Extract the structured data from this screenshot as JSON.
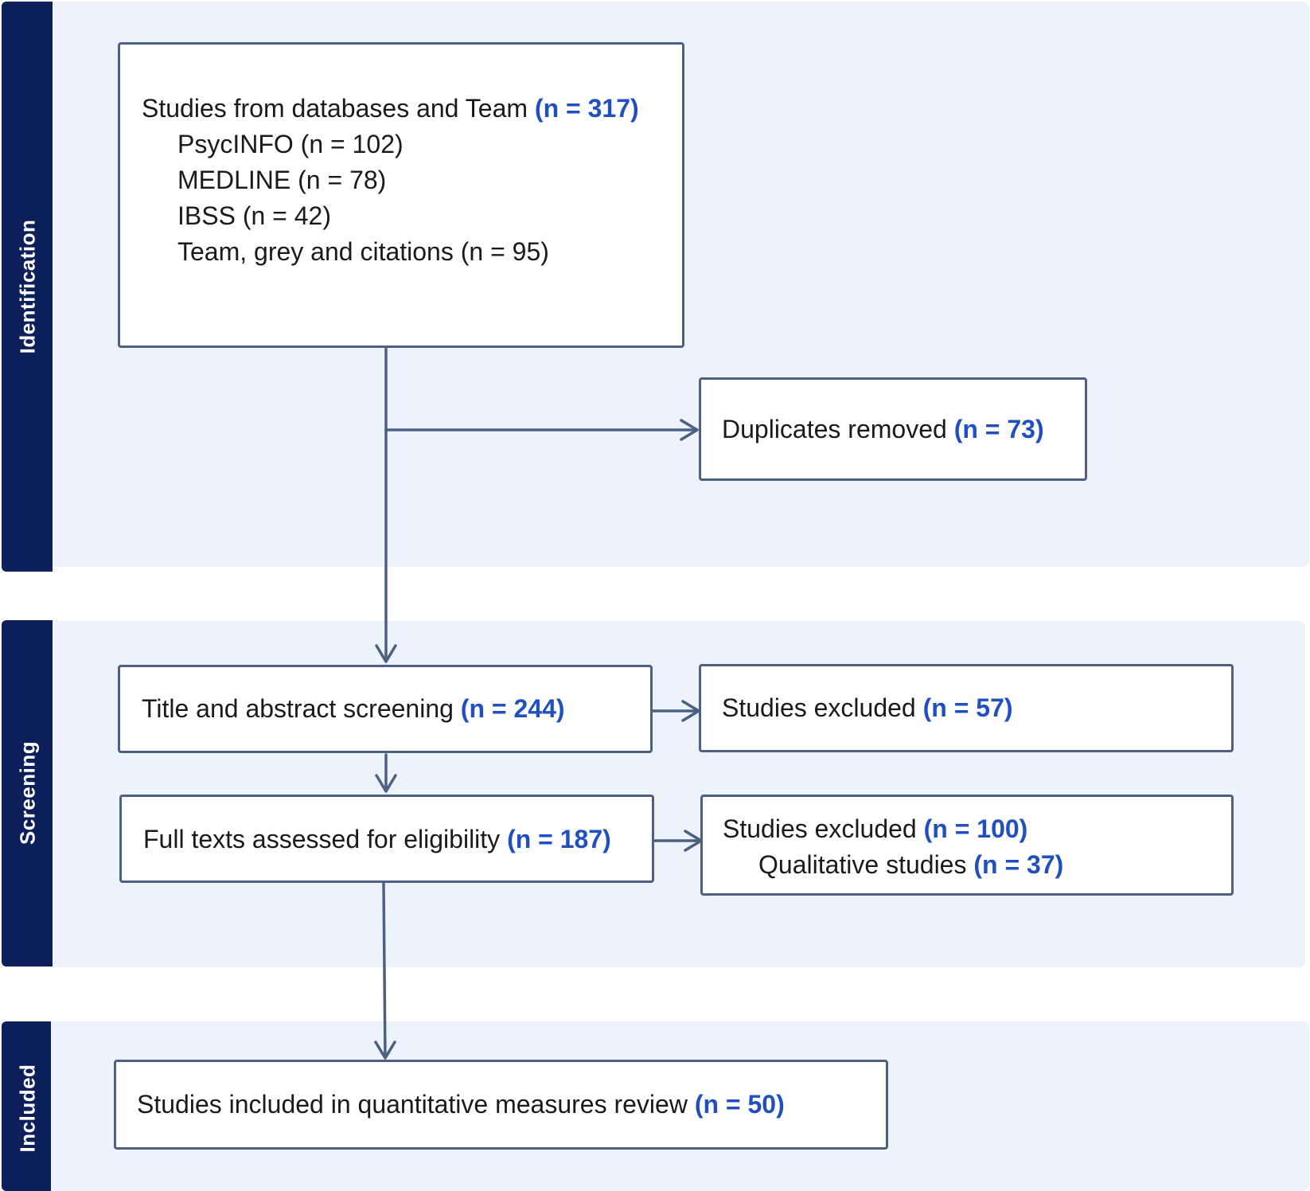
{
  "phases": {
    "identification": "Identification",
    "screening": "Screening",
    "included": "Included"
  },
  "records": {
    "label": "Studies from databases and Team",
    "count": "(n = 317)",
    "sources": [
      "PsycINFO (n = 102)",
      "MEDLINE (n = 78)",
      "IBSS (n = 42)",
      "Team, grey and citations (n = 95)"
    ]
  },
  "duplicates": {
    "label": "Duplicates removed",
    "count": "(n = 73)"
  },
  "title_abstract": {
    "label": "Title and abstract screening",
    "count": "(n = 244)"
  },
  "excluded_screening": {
    "label": "Studies excluded",
    "count": "(n = 57)"
  },
  "full_texts": {
    "label": "Full texts assessed for eligibility",
    "count": "(n = 187)"
  },
  "excluded_full": {
    "label": "Studies excluded",
    "count": "(n = 100)",
    "sub_label": "Qualitative studies",
    "sub_count": "(n = 37)"
  },
  "included": {
    "label": "Studies included in quantitative measures review",
    "count": "(n = 50)"
  },
  "colors": {
    "phase_tab": "#0c1f5a",
    "phase_background": "#edf3fd",
    "box_border": "#4c6082",
    "count_text": "#1f4fc1"
  }
}
